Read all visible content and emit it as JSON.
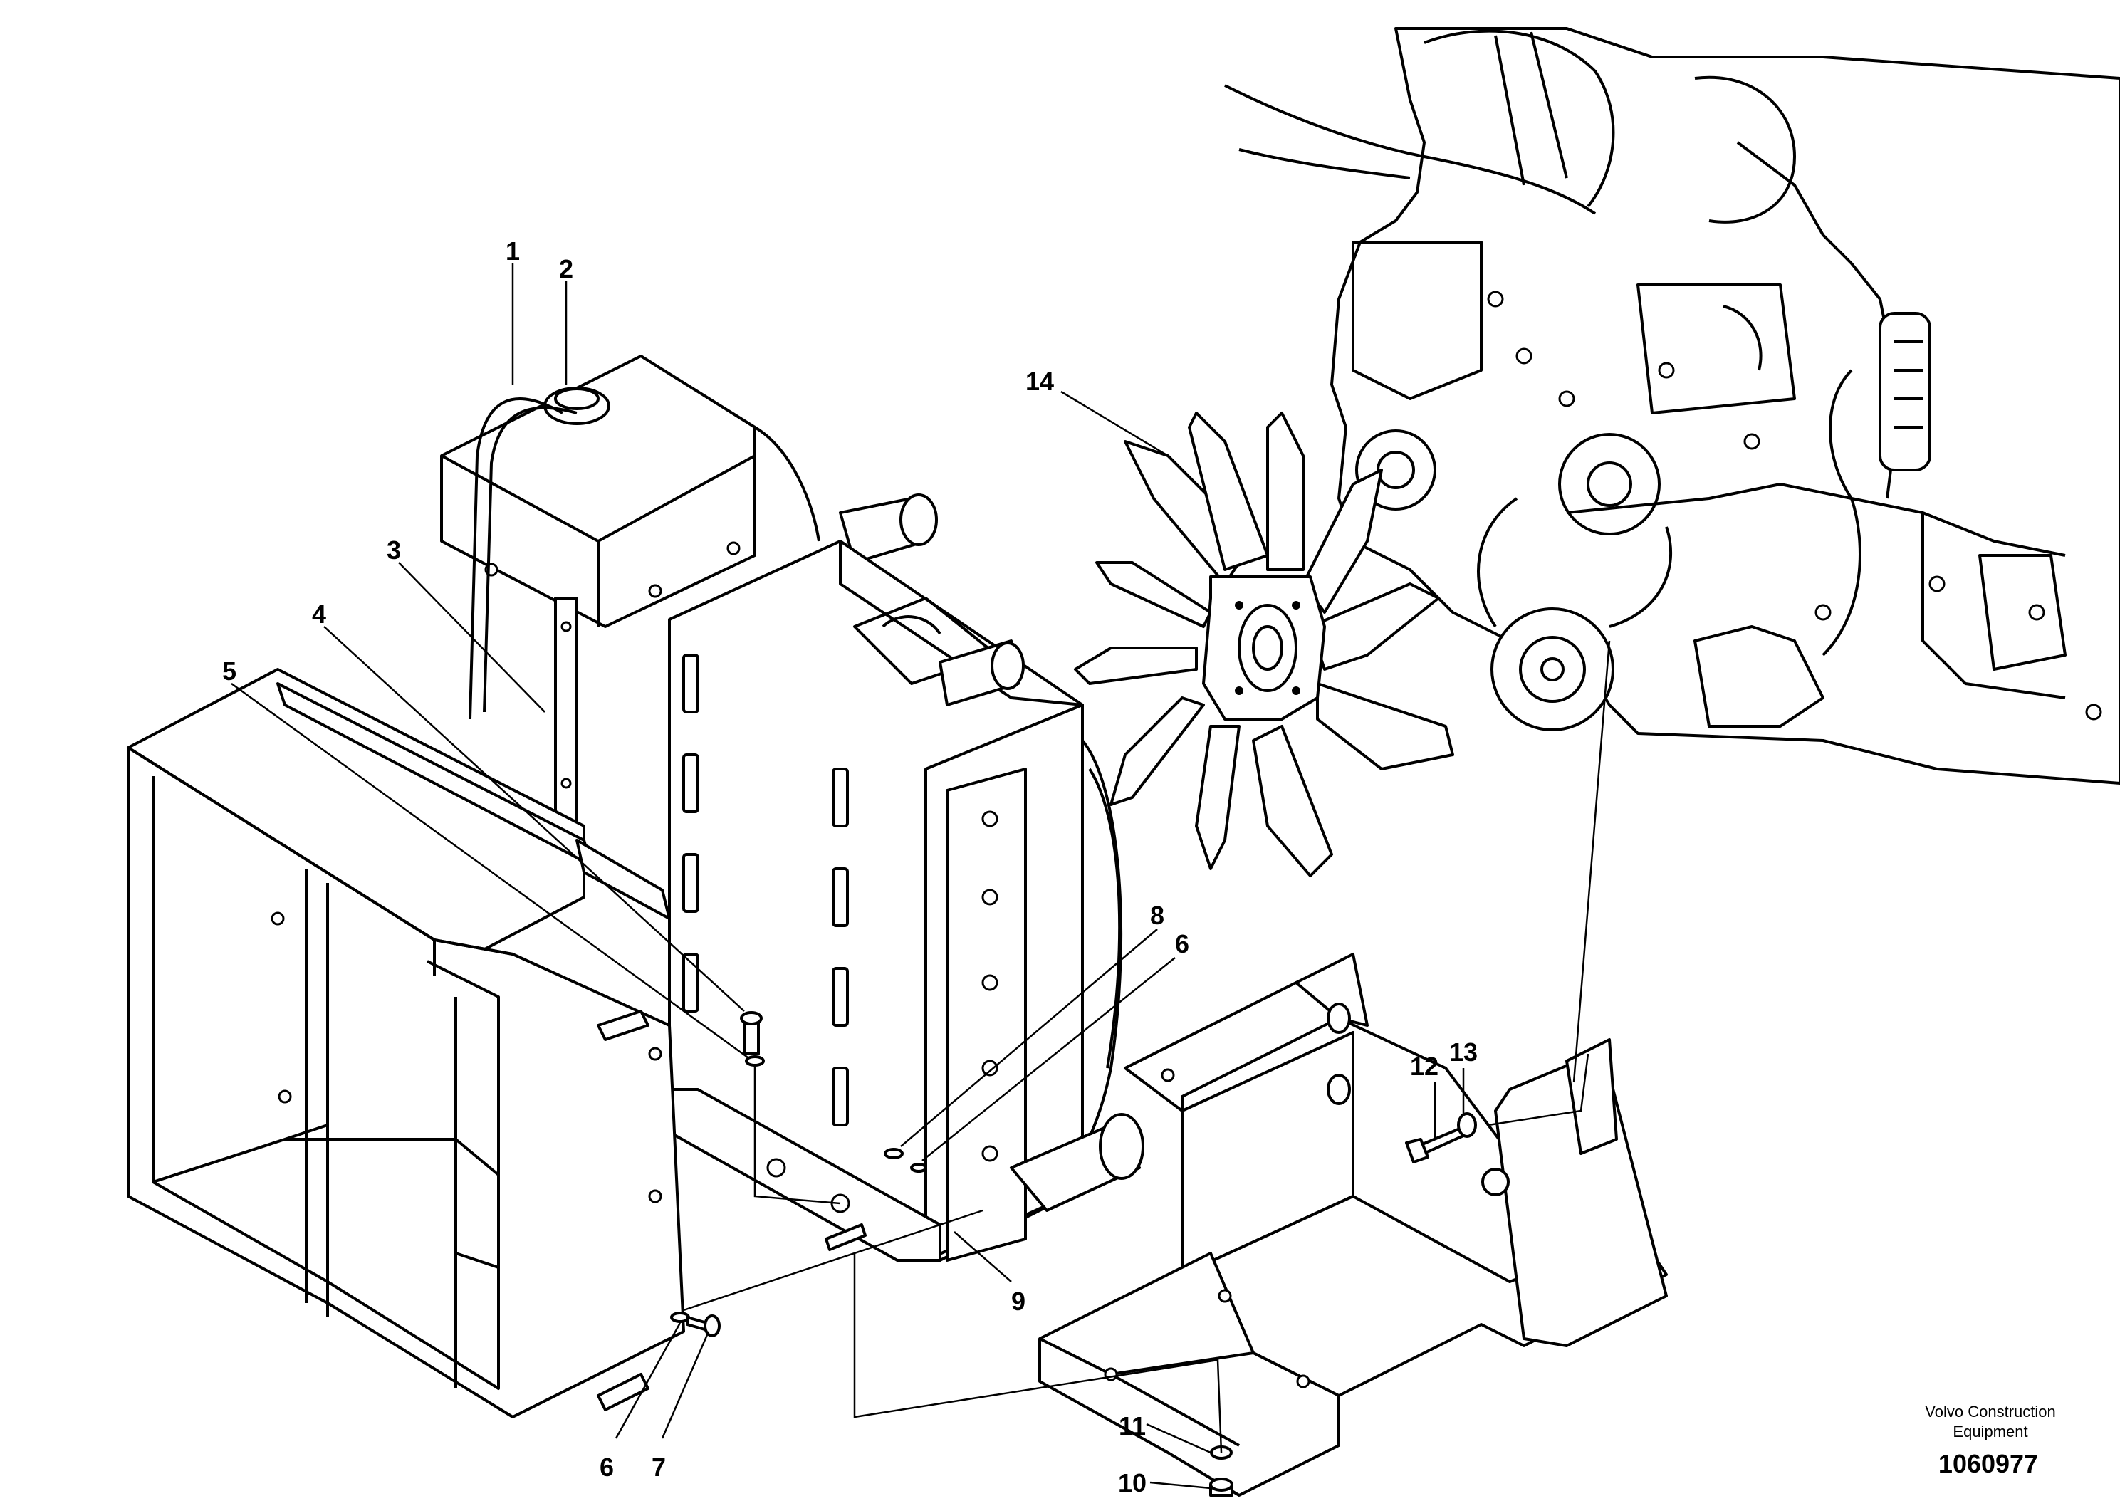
{
  "callouts": [
    "1",
    "2",
    "3",
    "4",
    "5",
    "6",
    "7",
    "8",
    "6",
    "9",
    "10",
    "11",
    "12",
    "13",
    "14"
  ],
  "credit": {
    "line1": "Volvo Construction",
    "line2": "Equipment"
  },
  "document_number": "1060977"
}
